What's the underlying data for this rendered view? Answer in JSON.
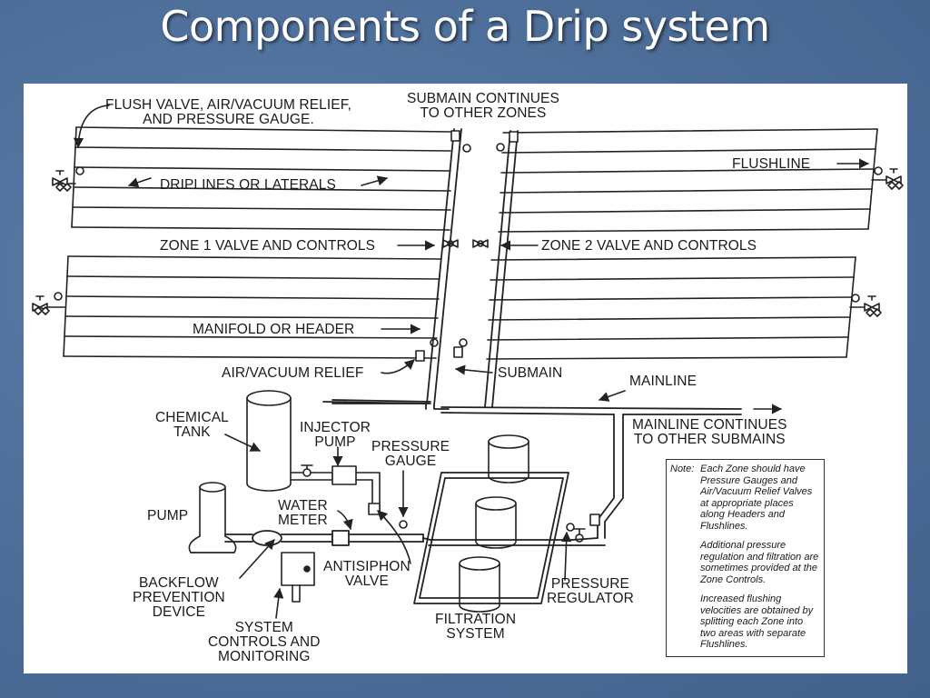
{
  "slide": {
    "title": "Components of a Drip system"
  },
  "labels": {
    "flush_valve": [
      "FLUSH VALVE, AIR/VACUUM RELIEF,",
      "AND PRESSURE GAUGE."
    ],
    "submain_continues": [
      "SUBMAIN CONTINUES",
      "TO OTHER ZONES"
    ],
    "driplines": "DRIPLINES OR LATERALS",
    "flushline": "FLUSHLINE",
    "zone1": "ZONE 1 VALVE AND CONTROLS",
    "zone2": "ZONE 2 VALVE AND CONTROLS",
    "manifold": "MANIFOLD OR HEADER",
    "air_vacuum": "AIR/VACUUM RELIEF",
    "submain": "SUBMAIN",
    "mainline": "MAINLINE",
    "mainline_continues": [
      "MAINLINE CONTINUES",
      "TO OTHER SUBMAINS"
    ],
    "chemical_tank": [
      "CHEMICAL",
      "TANK"
    ],
    "injector_pump": [
      "INJECTOR",
      "PUMP"
    ],
    "pressure_gauge": [
      "PRESSURE",
      "GAUGE"
    ],
    "pump": "PUMP",
    "water_meter": [
      "WATER",
      "METER"
    ],
    "antisiphon": [
      "ANTISIPHON",
      "VALVE"
    ],
    "backflow": [
      "BACKFLOW",
      "PREVENTION",
      "DEVICE"
    ],
    "system_controls": [
      "SYSTEM",
      "CONTROLS AND",
      "MONITORING"
    ],
    "filtration": [
      "FILTRATION",
      "SYSTEM"
    ],
    "pressure_regulator": [
      "PRESSURE",
      "REGULATOR"
    ]
  },
  "note": {
    "lead": "Note:",
    "p1": "Each Zone should have Pressure Gauges and Air/Vacuum Relief Valves at appropriate places along Headers and Flushlines.",
    "p2": "Additional pressure regulation and filtration are sometimes provided at the Zone Controls.",
    "p3": "Increased flushing velocities are obtained by splitting each Zone into two areas with separate Flushlines."
  }
}
